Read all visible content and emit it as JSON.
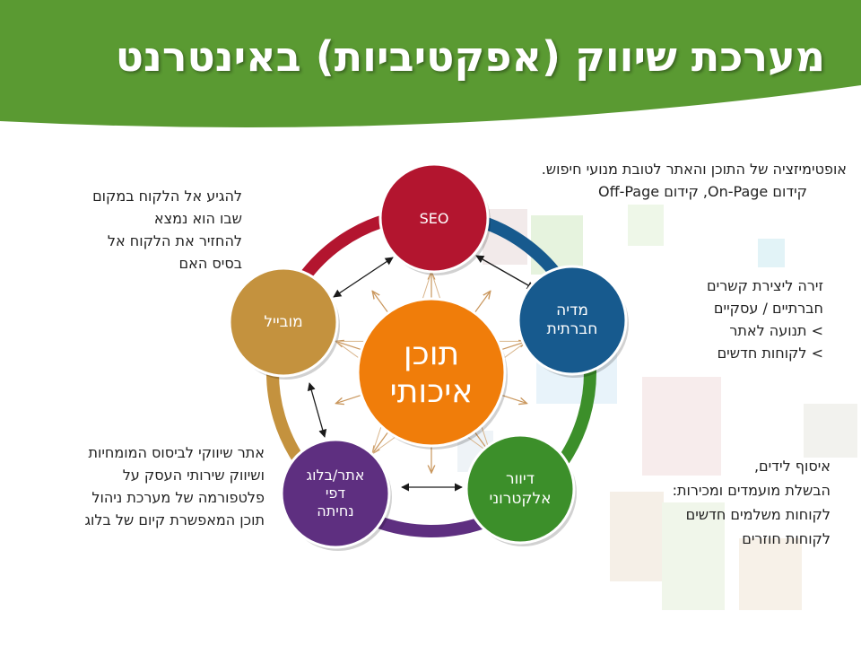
{
  "title": "מערכת שיווק (אפקטיביות) באינטרנט",
  "colors": {
    "header_green": "#5a9a32",
    "seo": "#b3152f",
    "social": "#175a8e",
    "email": "#3c8f2a",
    "landing": "#5e2f80",
    "mobile": "#c4923e",
    "center": "#f07d0a"
  },
  "center": {
    "line1": "תוכן",
    "line2": "איכותי"
  },
  "nodes": {
    "seo": "SEO",
    "social_1": "מדיה",
    "social_2": "חברתית",
    "email_1": "דיוור",
    "email_2": "אלקטרוני",
    "landing_1": "אתר/בלוג",
    "landing_2": "דפי",
    "landing_3": "נחיתה",
    "mobile": "מובייל"
  },
  "notes": {
    "seo": [
      "אופטימיזציה של התוכן והאתר לטובת מנועי חיפוש.",
      "קידום On-Page,  קידום Off-Page"
    ],
    "social": [
      "זירה ליצירת קשרים",
      "חברתיים / עסקיים",
      "> תנועה לאתר",
      "> לקוחות חדשים"
    ],
    "email": [
      "איסוף לידים,",
      "הבשלת מועמדים ומכירות:",
      "לקוחות משלמים חדשים",
      "לקוחות חוזרים"
    ],
    "landing": [
      "אתר שיווקי לביסוס המומחיות",
      "ושיווק שירותי העסק על",
      "פלטפורמה של מערכת ניהול",
      "תוכן המאפשרת קיום של בלוג"
    ],
    "mobile": [
      "להגיע אל הלקוח במקום",
      "שבו הוא נמצא",
      "להחזיר את הלקוח אל",
      "בסיס האם"
    ]
  }
}
